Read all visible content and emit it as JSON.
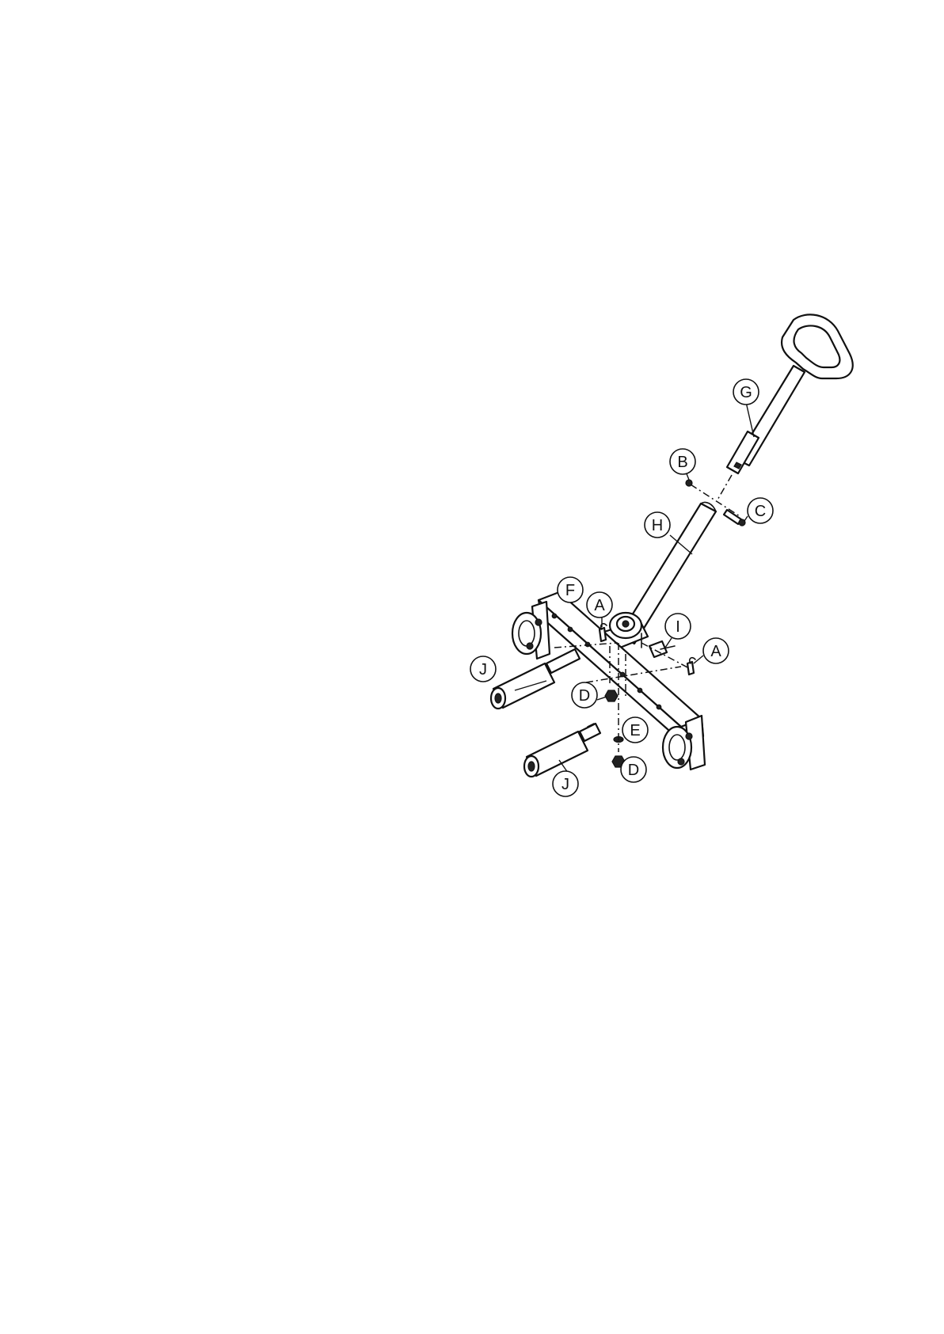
{
  "callouts": [
    {
      "id": "G",
      "label": "G"
    },
    {
      "id": "B",
      "label": "B"
    },
    {
      "id": "C",
      "label": "C"
    },
    {
      "id": "H",
      "label": "H"
    },
    {
      "id": "F",
      "label": "F"
    },
    {
      "id": "A1",
      "label": "A"
    },
    {
      "id": "I",
      "label": "I"
    },
    {
      "id": "A2",
      "label": "A"
    },
    {
      "id": "J1",
      "label": "J"
    },
    {
      "id": "D1",
      "label": "D"
    },
    {
      "id": "E",
      "label": "E"
    },
    {
      "id": "D2",
      "label": "D"
    },
    {
      "id": "J2",
      "label": "J"
    }
  ]
}
